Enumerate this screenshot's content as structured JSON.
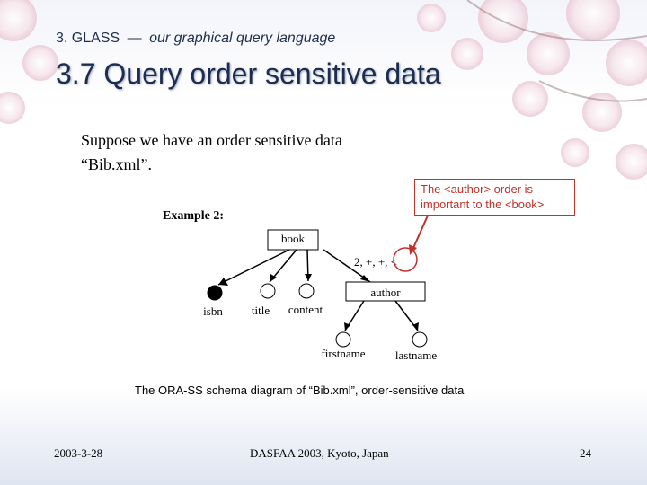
{
  "header": {
    "section_label": "3. GLASS",
    "section_dash": "—",
    "section_subtitle": "our graphical query language",
    "title": "3.7 Query order sensitive data"
  },
  "intro": {
    "line1": "Suppose we have an order sensitive data",
    "line2": "“Bib.xml”."
  },
  "callout": "The <author> order is important to the <book>",
  "example_label": "Example 2:",
  "diagram": {
    "book": "book",
    "constraint": "2, +, +, <",
    "author": "author",
    "isbn": "isbn",
    "title": "title",
    "content": "content",
    "firstname": "firstname",
    "lastname": "lastname"
  },
  "caption": "The ORA-SS schema diagram of “Bib.xml”, order-sensitive data",
  "footer": {
    "date": "2003-3-28",
    "conference": "DASFAA 2003, Kyoto, Japan",
    "page": "24"
  },
  "colors": {
    "title": "#1f2d4d",
    "callout": "#c0322c"
  }
}
